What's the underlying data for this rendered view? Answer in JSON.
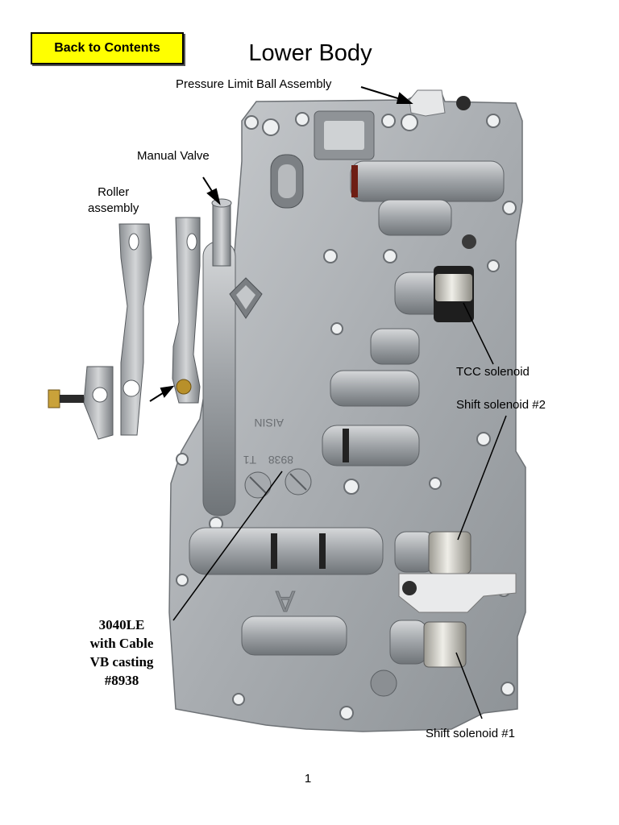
{
  "nav": {
    "back_label": "Back to Contents"
  },
  "page": {
    "title": "Lower Body",
    "number": "1"
  },
  "callouts": {
    "pressure_limit": "Pressure Limit Ball Assembly",
    "manual_valve": "Manual Valve",
    "roller_line1": "Roller",
    "roller_line2": "assembly",
    "tcc_solenoid": "TCC solenoid",
    "shift_solenoid_2": "Shift solenoid #2",
    "shift_solenoid_1": "Shift solenoid #1",
    "casting_line1": "3040LE",
    "casting_line2": "with Cable",
    "casting_line3": "VB casting",
    "casting_line4": "#8938"
  },
  "casting_marks": {
    "brand": "AISIN",
    "number": "8938",
    "code": "T1"
  }
}
